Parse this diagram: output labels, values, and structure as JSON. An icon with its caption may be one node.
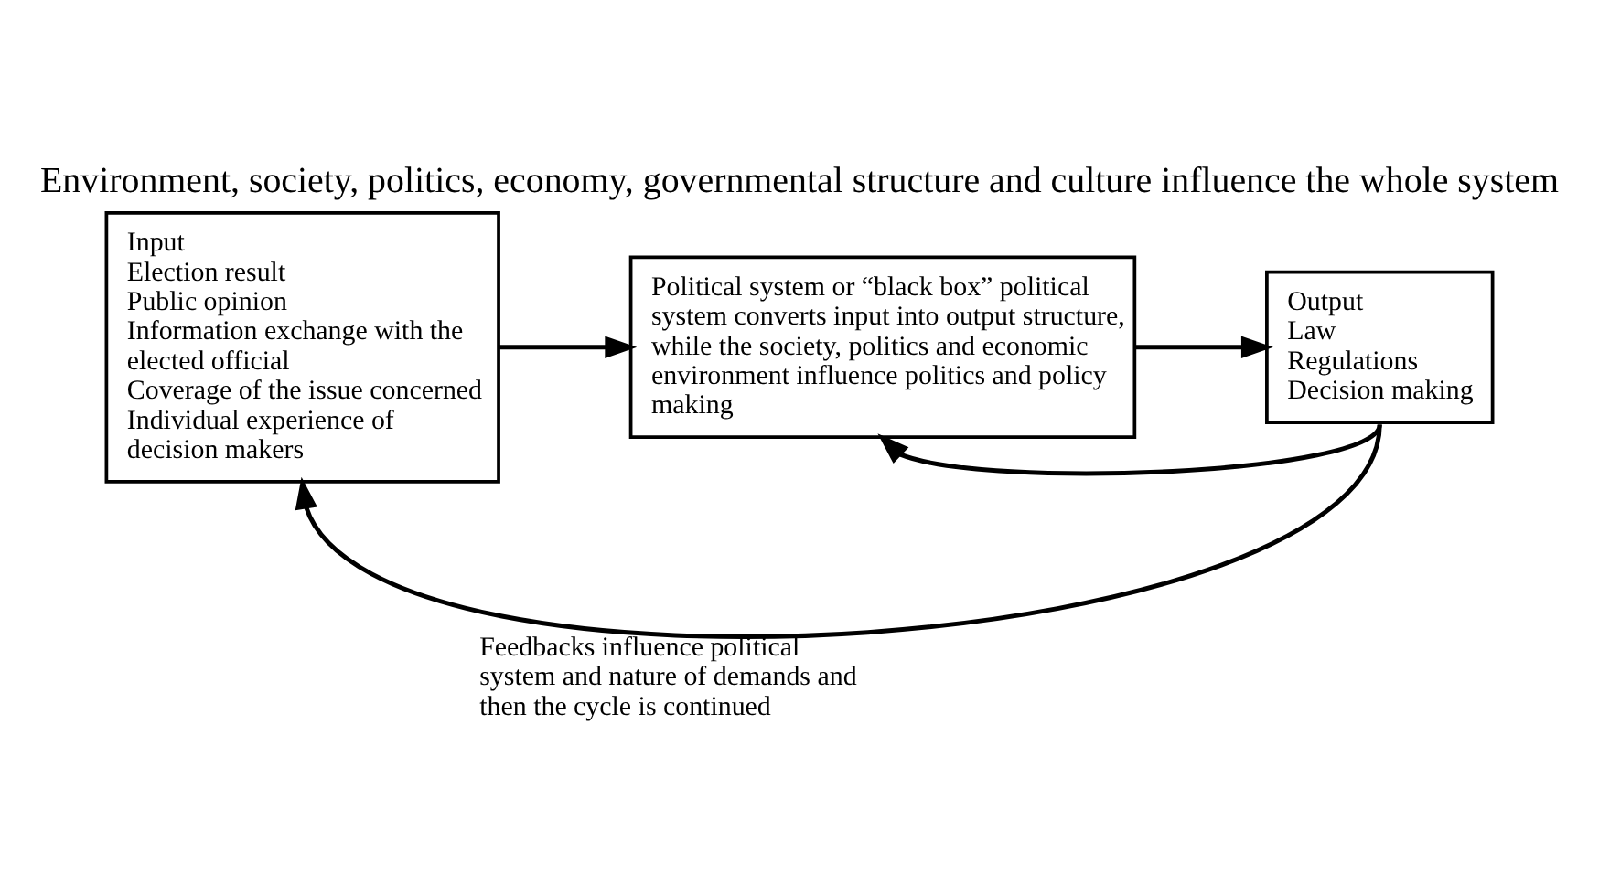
{
  "diagram": {
    "title": "Environment, society, politics, economy, governmental structure and culture influence the whole system",
    "nodes": [
      {
        "text": [
          "Input",
          "Election result",
          "Public opinion",
          "Information exchange with the elected official",
          "Coverage of the issue concerned",
          "Individual experience of decision makers"
        ]
      },
      {
        "text": [
          "Political system or “black box” political system converts input into output structure, while the society, politics and economic environment influence politics and policy making"
        ]
      },
      {
        "text": [
          "Output",
          "Law",
          "Regulations",
          "Decision making"
        ]
      }
    ],
    "edges": [
      {
        "from": 0,
        "to": 1,
        "arrow": "to"
      },
      {
        "from": 1,
        "to": 2,
        "arrow": "to"
      },
      {
        "from": 2,
        "to": 0,
        "arrow": "to",
        "label": "Feedbacks influence political system and nature of demands and then the cycle is continued"
      },
      {
        "from": 2,
        "to": 1,
        "arrow": "to"
      }
    ]
  }
}
